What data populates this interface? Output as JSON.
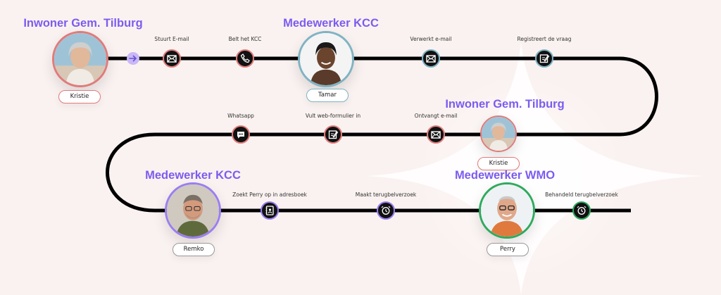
{
  "colors": {
    "role_text": "#7b5cf0",
    "path": "#000000",
    "border_inwoner": "#e07b7b",
    "border_kcc_top": "#7fb3c4",
    "border_kcc_bottom": "#9a7ef0",
    "border_wmo": "#2eaa5e"
  },
  "roles": {
    "inwoner_1": "Inwoner Gem. Tilburg",
    "kcc_1": "Medewerker KCC",
    "inwoner_2": "Inwoner Gem. Tilburg",
    "kcc_2": "Medewerker KCC",
    "wmo": "Medewerker WMO"
  },
  "people": {
    "kristie_1": "Kristie",
    "tamar": "Tamar",
    "kristie_2": "Kristie",
    "remko": "Remko",
    "perry": "Perry"
  },
  "steps": {
    "stuurt_email": "Stuurt E-mail",
    "belt_kcc": "Belt het KCC",
    "verwerkt_email": "Verwerkt e-mail",
    "registreert": "Registreert de vraag",
    "whatsapp": "Whatsapp",
    "vult_formulier": "Vult web-formulier in",
    "ontvangt_email": "Ontvangt e-mail",
    "zoekt_perry": "Zoekt Perry op in adresboek",
    "maakt_terugbel": "Maakt terugbelverzoek",
    "behandeld_terugbel": "Behandeld terugbelverzoek"
  },
  "icons": {
    "stuurt_email": "envelope-icon",
    "belt_kcc": "phone-icon",
    "verwerkt_email": "envelope-icon",
    "registreert": "edit-form-icon",
    "whatsapp": "chat-bubble-icon",
    "vult_formulier": "edit-form-icon",
    "ontvangt_email": "envelope-icon",
    "zoekt_perry": "address-book-icon",
    "maakt_terugbel": "alarm-phone-icon",
    "behandeld_terugbel": "alarm-phone-icon",
    "start": "arrow-right-icon"
  }
}
